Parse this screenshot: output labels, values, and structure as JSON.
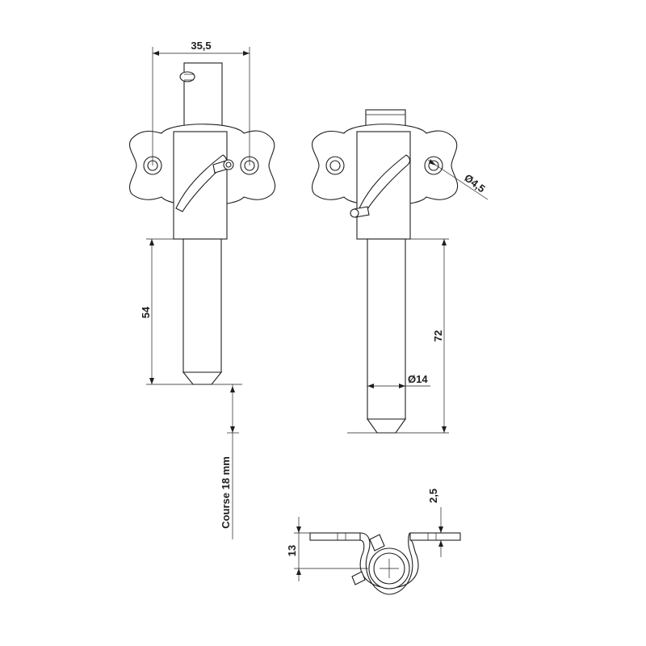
{
  "dimensions": {
    "top_width": "35,5",
    "left_pin_length": "54",
    "stroke": "Course 18 mm",
    "right_pin_length": "72",
    "pin_diameter": "Ø14",
    "hole_diameter": "Ø4,5",
    "plate_thickness": "2,5",
    "bottom_height": "13"
  },
  "colors": {
    "line": "#1e1e1e",
    "background": "#ffffff"
  }
}
